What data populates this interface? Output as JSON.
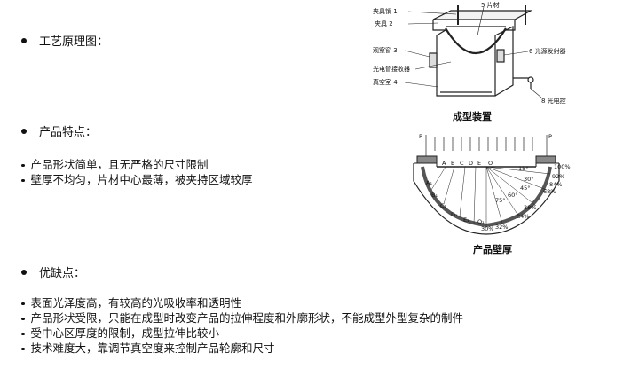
{
  "sections": [
    {
      "title": "工艺原理图：",
      "bullets": []
    },
    {
      "title": "产品特点：",
      "bullets": [
        "产品形状简单，且无严格的尺寸限制",
        "壁厚不均匀，片材中心最薄，被夹持区域较厚"
      ]
    },
    {
      "title": "优缺点：",
      "bullets": [
        "表面光泽度高，有较高的光吸收率和透明性",
        "产品形状受限，只能在成型时改变产品的拉伸程度和外廓形状，不能成型外型复杂的制件",
        "受中心区厚度的限制，成型拉伸比较小",
        "技术难度大，靠调节真空度来控制产品轮廓和尺寸"
      ]
    }
  ],
  "figure1": {
    "caption": "成型装置",
    "labels": {
      "clamp_bolt": "夹具销 1",
      "clamp": "夹具 2",
      "window": "观察窗 3",
      "receiver": "光电管接收器",
      "vacuum": "真空室 4",
      "sheet": "5 片材",
      "emitter": "6 光源发射器",
      "control": "8 光电控"
    }
  },
  "figure2": {
    "caption": "产品壁厚",
    "force_label": "P",
    "point_labels": [
      "A",
      "B",
      "C",
      "D",
      "E",
      "O"
    ],
    "curve_labels": [
      "A₁",
      "B₁",
      "C₁",
      "D₁",
      "E₁",
      "O₁"
    ],
    "angles": [
      "15°",
      "30°",
      "45°",
      "60°",
      "75°"
    ],
    "thickness_percent": [
      "100%",
      "92%",
      "84%",
      "68%",
      "38%",
      "34%",
      "32%",
      "30%"
    ]
  }
}
